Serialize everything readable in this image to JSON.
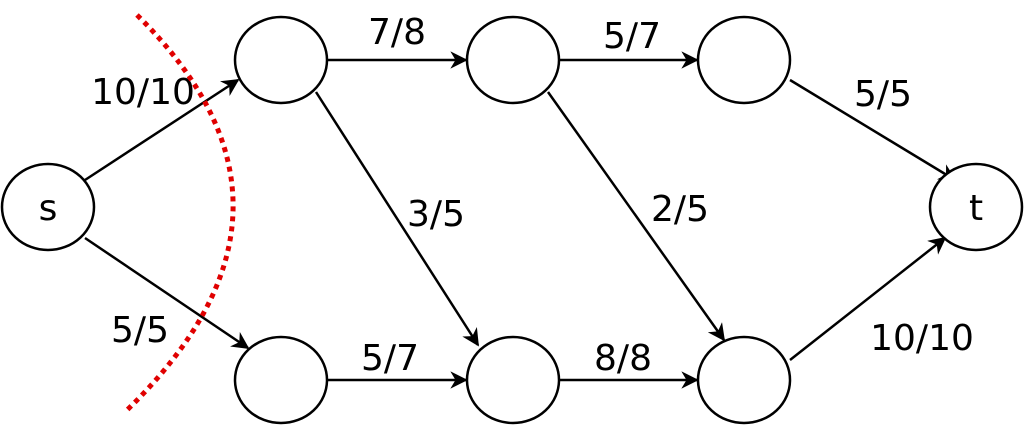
{
  "nodes": {
    "s": {
      "label": "s"
    },
    "a": {
      "label": ""
    },
    "b": {
      "label": ""
    },
    "c": {
      "label": ""
    },
    "d": {
      "label": ""
    },
    "e": {
      "label": ""
    },
    "f": {
      "label": ""
    },
    "t": {
      "label": "t"
    }
  },
  "edges": {
    "s_a": {
      "label": "10/10"
    },
    "s_d": {
      "label": "5/5"
    },
    "a_b": {
      "label": "7/8"
    },
    "b_c": {
      "label": "5/7"
    },
    "c_t": {
      "label": "5/5"
    },
    "a_e": {
      "label": "3/5"
    },
    "b_f": {
      "label": "2/5"
    },
    "d_e": {
      "label": "5/7"
    },
    "e_f": {
      "label": "8/8"
    },
    "f_t": {
      "label": "10/10"
    }
  },
  "colors": {
    "cut": "#e00000",
    "stroke": "#000000"
  }
}
